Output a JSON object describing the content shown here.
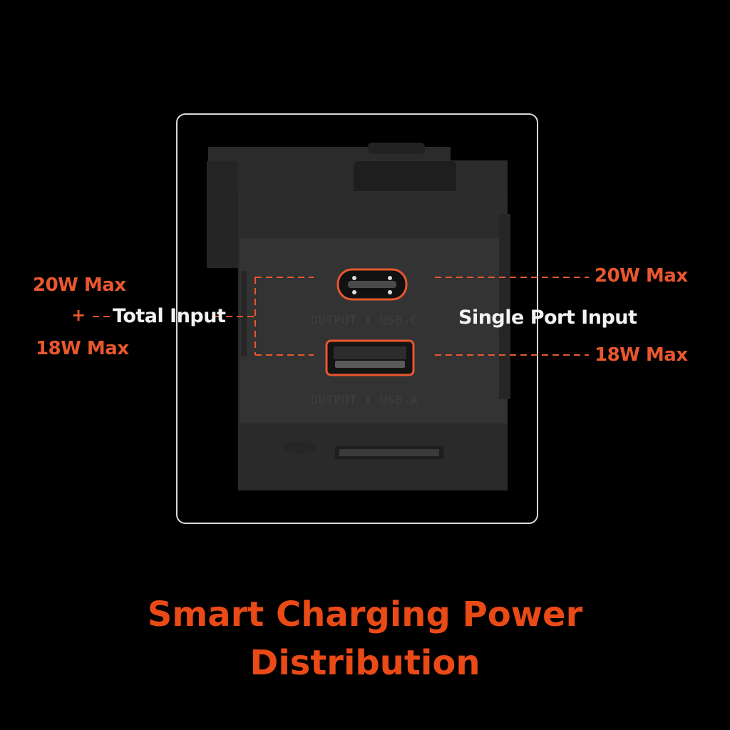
{
  "labels": {
    "left_top": "20W Max",
    "left_bottom": "18W Max",
    "plus": "+",
    "total_input": "Total Input",
    "right_top": "20W Max",
    "right_bottom": "18W Max",
    "single_port": "Single Port Input"
  },
  "ports": {
    "usb_c": "OUTPUT ⬆ USB-C",
    "usb_a": "OUTPUT ⬆ USB-A"
  },
  "title": {
    "line1": "Smart Charging Power",
    "line2": "Distribution"
  },
  "colors": {
    "accent": "#e8572e",
    "title": "#ea4a16",
    "background": "#000000"
  }
}
